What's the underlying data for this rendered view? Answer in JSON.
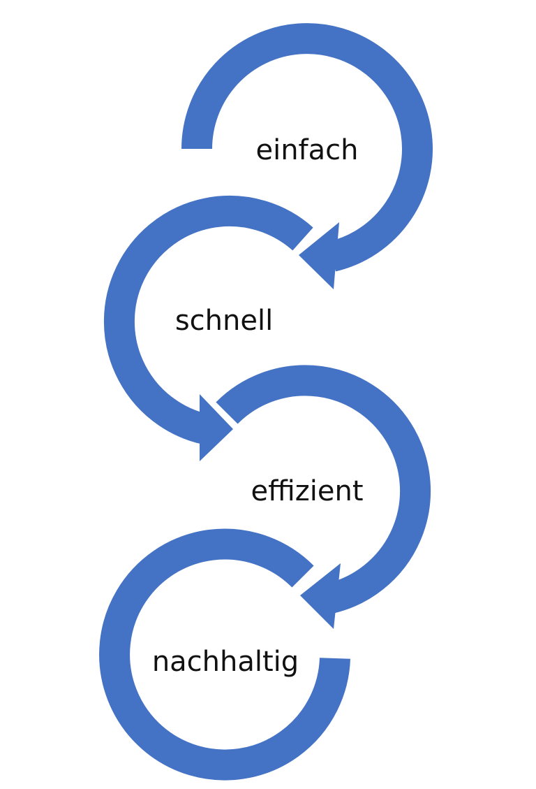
{
  "steps": [
    {
      "label": "einfach"
    },
    {
      "label": "schnell"
    },
    {
      "label": "effizient"
    },
    {
      "label": "nachhaltig"
    }
  ],
  "colors": {
    "arrow": "#4472C4",
    "text": "#111111",
    "background": "#ffffff"
  }
}
